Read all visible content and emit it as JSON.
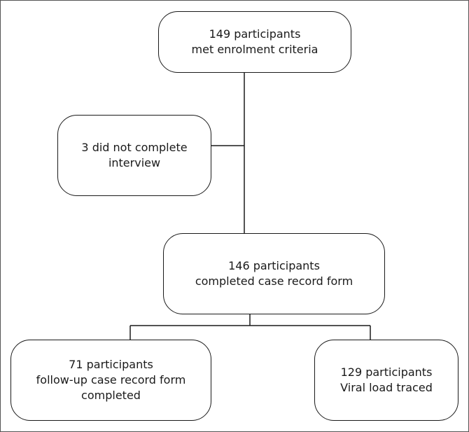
{
  "flowchart": {
    "enrolled": {
      "line1": "149 participants",
      "line2": "met enrolment criteria"
    },
    "excluded": {
      "line1": "3 did not complete",
      "line2": "interview"
    },
    "completed": {
      "line1": "146 participants",
      "line2": "completed case record form"
    },
    "followup": {
      "line1": "71 participants",
      "line2": "follow-up case record form",
      "line3": "completed"
    },
    "viral": {
      "line1": "129 participants",
      "line2": "Viral load traced"
    }
  },
  "colors": {
    "stroke": "#1a1a1a",
    "frame": "#555555",
    "background": "#ffffff"
  }
}
